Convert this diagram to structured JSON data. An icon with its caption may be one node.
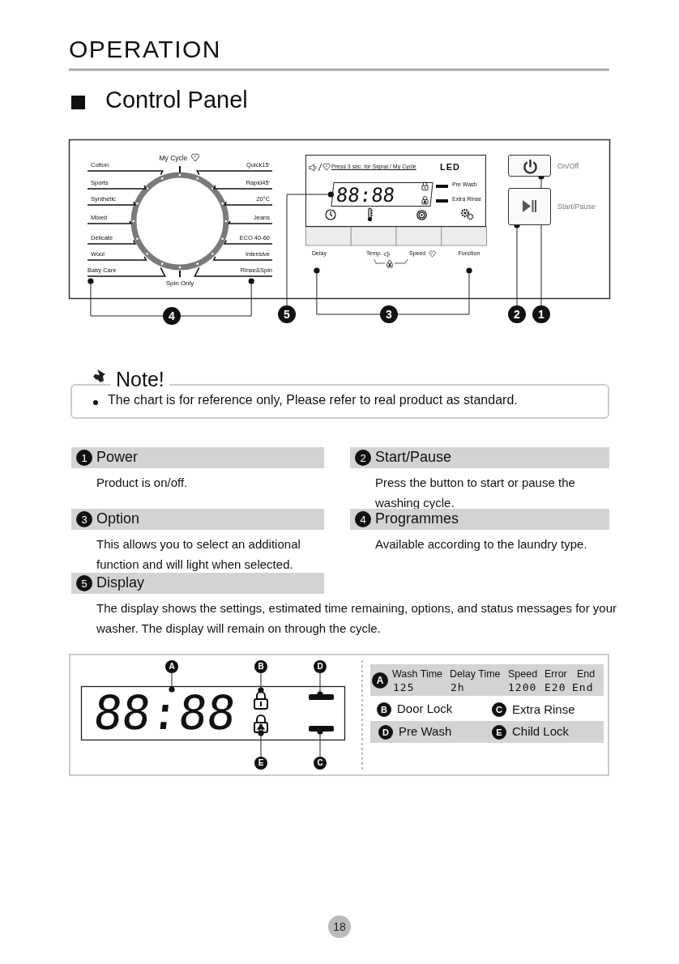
{
  "diagram": {
    "title": "OPERATION",
    "nodes": [
      {
        "text": [
          "Press 3 sec. for Signal / My Cycle",
          "LED",
          "Pre Wash",
          "Extra Rinse"
        ]
      },
      {
        "text": [
          "88:88"
        ],
        "in": 0
      },
      {
        "text": [],
        "shape": "box",
        "beside": [
          "On/Off"
        ]
      },
      {
        "text": [],
        "shape": "box",
        "beside": [
          "Start/Pause"
        ]
      },
      {
        "text": [
          "Baby Care"
        ]
      },
      {
        "text": [
          "Rinse&Spin"
        ]
      },
      {
        "text": [
          "Delay"
        ]
      },
      {
        "text": [
          "Function"
        ]
      },
      {
        "text": [
          "4"
        ]
      },
      {
        "text": [
          "5"
        ]
      },
      {
        "text": [
          "3"
        ]
      },
      {
        "text": [
          "2"
        ]
      },
      {
        "text": [
          "1"
        ]
      },
      {
        "text": [
          "Note!",
          "The chart is for reference only, Please refer to real product as standard."
        ]
      },
      {
        "text": [
          "1",
          "Power",
          "Product is on/off."
        ]
      },
      {
        "text": [
          "2",
          "Start/Pause",
          "Press the button to start or pause the washing cycle."
        ]
      },
      {
        "text": [
          "3",
          "Option",
          "This allows you to select an additional function and will light when selected."
        ]
      },
      {
        "text": [
          "4",
          "Programmes",
          "Available according to the laundry type."
        ]
      },
      {
        "text": [
          "5",
          "Display",
          "The display shows the settings, estimated time remaining, options, and status messages for your washer. The display will remain on through the cycle."
        ]
      },
      {
        "text": [
          "A"
        ]
      },
      {
        "text": [
          "B"
        ]
      },
      {
        "text": [
          "D"
        ]
      },
      {
        "text": [
          "88:88"
        ]
      },
      {
        "text": [],
        "shape": "picture"
      },
      {
        "text": [],
        "shape": "bar"
      },
      {
        "text": [],
        "shape": "picture"
      },
      {
        "text": [],
        "shape": "bar"
      },
      {
        "text": [
          "E"
        ]
      },
      {
        "text": [
          "C"
        ]
      },
      {
        "text": [
          "A"
        ]
      },
      {
        "text": [
          "B"
        ]
      },
      {
        "text": [
          "C"
        ]
      },
      {
        "text": [
          "D"
        ]
      },
      {
        "text": [
          "E"
        ]
      }
    ],
    "edges": [
      {
        "from": 8,
        "to": 4,
        "arrow": "other"
      },
      {
        "from": 8,
        "to": 5,
        "arrow": "other"
      },
      {
        "from": 9,
        "to": 1,
        "arrow": "other"
      },
      {
        "from": 10,
        "to": 6,
        "arrow": "other"
      },
      {
        "from": 10,
        "to": 7,
        "arrow": "other"
      },
      {
        "from": 11,
        "to": 3,
        "arrow": "other"
      },
      {
        "from": 12,
        "to": 2,
        "arrow": "other"
      },
      {
        "from": 19,
        "to": 22,
        "arrow": "other"
      },
      {
        "from": 20,
        "to": 23,
        "arrow": "other"
      },
      {
        "from": 21,
        "to": 24,
        "arrow": "other"
      },
      {
        "from": 27,
        "to": 25,
        "arrow": "other"
      },
      {
        "from": 28,
        "to": 26,
        "arrow": "other"
      }
    ],
    "labels": [
      "Control Panel",
      "My Cycle",
      "Cotton",
      "Quick15'",
      "Sports",
      "Rapid45'",
      "Synthetic",
      "20°C",
      "Mixed",
      "Jeans",
      "Delicate",
      "ECO 40-60",
      "Wool",
      "Intensive",
      "Spin Only",
      "Temp.",
      "Speed",
      "Wash Time",
      "Delay Time",
      "Speed",
      "Error",
      "End",
      "125",
      "2h",
      "1200",
      "E20",
      "End",
      "Door Lock",
      "Extra Rinse",
      "Pre Wash",
      "Child Lock",
      "18"
    ]
  }
}
